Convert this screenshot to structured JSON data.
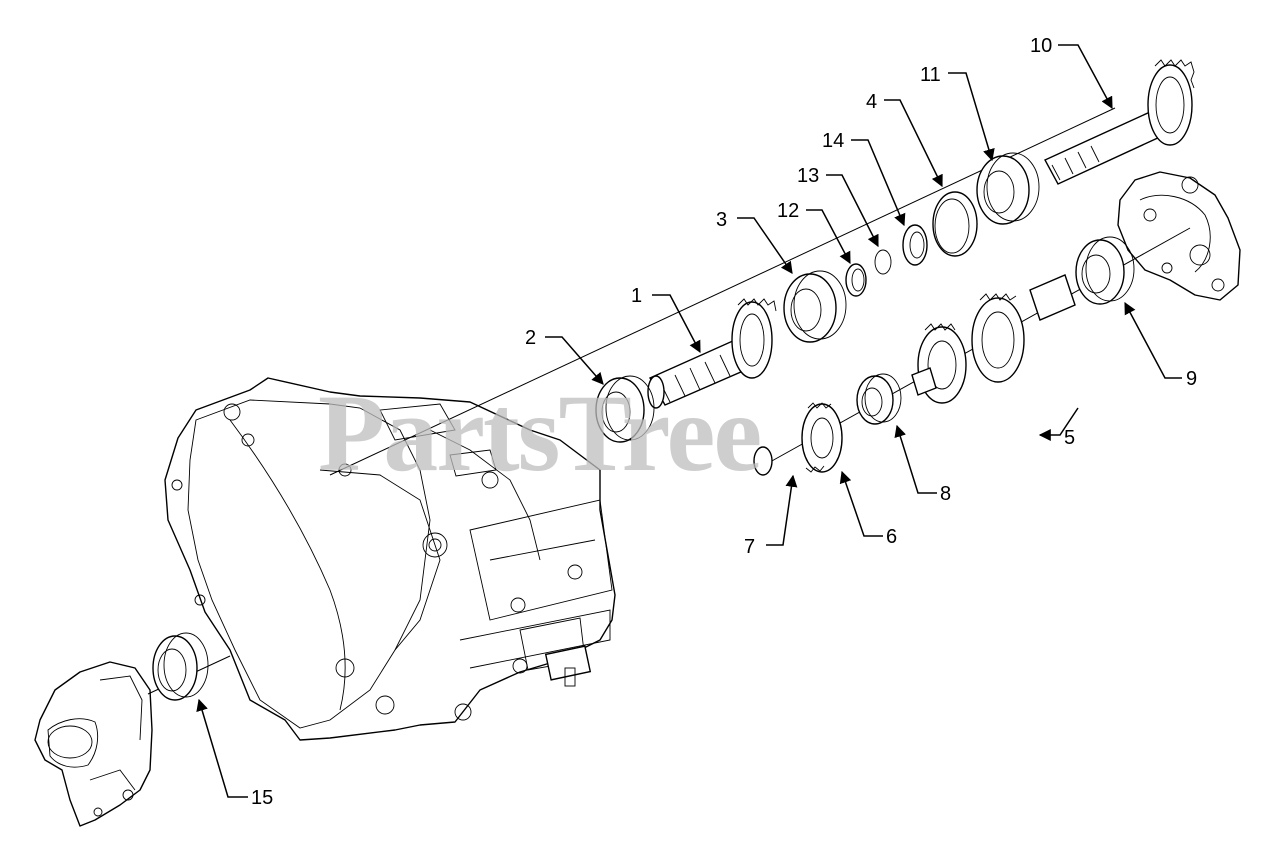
{
  "watermark": "PartsTree",
  "callouts": [
    {
      "id": "1",
      "label": "1"
    },
    {
      "id": "2",
      "label": "2"
    },
    {
      "id": "3",
      "label": "3"
    },
    {
      "id": "4",
      "label": "4"
    },
    {
      "id": "5",
      "label": "5"
    },
    {
      "id": "6",
      "label": "6"
    },
    {
      "id": "7",
      "label": "7"
    },
    {
      "id": "8",
      "label": "8"
    },
    {
      "id": "9",
      "label": "9"
    },
    {
      "id": "10",
      "label": "10"
    },
    {
      "id": "11",
      "label": "11"
    },
    {
      "id": "12",
      "label": "12"
    },
    {
      "id": "13",
      "label": "13"
    },
    {
      "id": "14",
      "label": "14"
    },
    {
      "id": "15",
      "label": "15"
    }
  ]
}
